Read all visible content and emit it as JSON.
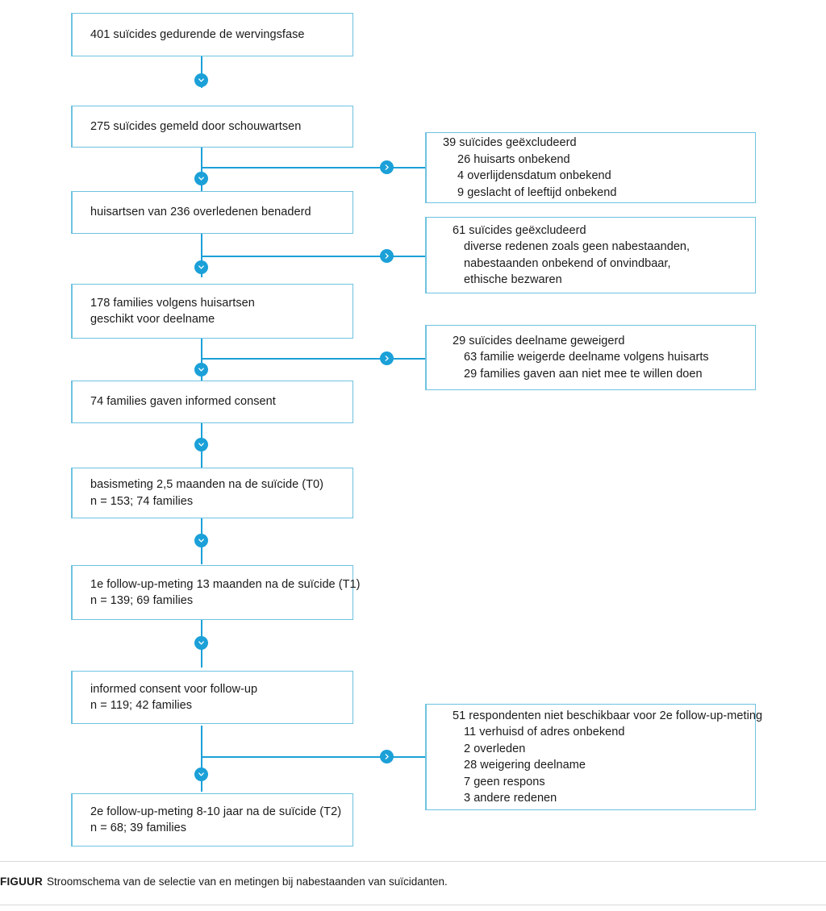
{
  "figure": {
    "caption_label": "FIGUUR",
    "caption_text": "Stroomschema van de selectie van en metingen bij nabestaanden van suïcidanten.",
    "accent_color": "#1ba0d8",
    "box_border_color": "#6ec2e0",
    "background_color": "#ffffff"
  },
  "chart_data": {
    "type": "flowchart",
    "title": "Stroomschema van de selectie van en metingen bij nabestaanden van suïcidanten.",
    "orientation": "top-to-bottom",
    "main_nodes": [
      {
        "id": "n1",
        "count": 401,
        "lines": [
          "401 suïcides gedurende de wervingsfase"
        ]
      },
      {
        "id": "n2",
        "count": 275,
        "lines": [
          "275 suïcides gemeld door schouwartsen"
        ]
      },
      {
        "id": "n3",
        "count": 236,
        "lines": [
          "huisartsen van 236 overledenen benaderd"
        ]
      },
      {
        "id": "n4",
        "count": 178,
        "lines": [
          "178 families volgens huisartsen",
          "geschikt voor deelname"
        ]
      },
      {
        "id": "n5",
        "count": 74,
        "lines": [
          "74 families gaven informed consent"
        ]
      },
      {
        "id": "n6",
        "count": 153,
        "lines": [
          "basismeting 2,5 maanden na de suïcide (T0)",
          "n = 153; 74 families"
        ]
      },
      {
        "id": "n7",
        "count": 139,
        "lines": [
          "1e follow-up-meting 13 maanden na de suïcide (T1)",
          "n = 139; 69 families"
        ]
      },
      {
        "id": "n8",
        "count": 119,
        "lines": [
          "informed consent voor follow-up",
          "n = 119; 42 families"
        ]
      },
      {
        "id": "n9",
        "count": 68,
        "lines": [
          "2e follow-up-meting 8-10 jaar na de suïcide (T2)",
          "n = 68; 39 families"
        ]
      }
    ],
    "exclusion_nodes": [
      {
        "id": "e1",
        "after": "n2",
        "header": "39 suïcides geëxcludeerd",
        "items": [
          "26 huisarts onbekend",
          "4 overlijdensdatum onbekend",
          "9 geslacht of leeftijd onbekend"
        ],
        "values": [
          26,
          4,
          9
        ],
        "total": 39
      },
      {
        "id": "e2",
        "after": "n3",
        "header": "61 suïcides geëxcludeerd",
        "items": [
          "diverse redenen zoals geen nabestaanden,",
          "nabestaanden onbekend of onvindbaar,",
          "ethische bezwaren"
        ],
        "values": [],
        "total": 61
      },
      {
        "id": "e3",
        "after": "n4",
        "header": "29 suïcides deelname geweigerd",
        "items": [
          "63 familie weigerde deelname volgens huisarts",
          "29 families gaven aan niet mee te willen doen"
        ],
        "values": [
          63,
          29
        ],
        "total": 29
      },
      {
        "id": "e4",
        "after": "n8",
        "header": "51 respondenten niet beschikbaar voor 2e follow-up-meting",
        "items": [
          "11 verhuisd of adres onbekend",
          "2 overleden",
          "28 weigering deelname",
          "7 geen respons",
          "3 andere redenen"
        ],
        "values": [
          11,
          2,
          28,
          7,
          3
        ],
        "total": 51
      }
    ]
  },
  "icons": {
    "down": "chevron-down-icon",
    "right": "chevron-right-icon"
  }
}
